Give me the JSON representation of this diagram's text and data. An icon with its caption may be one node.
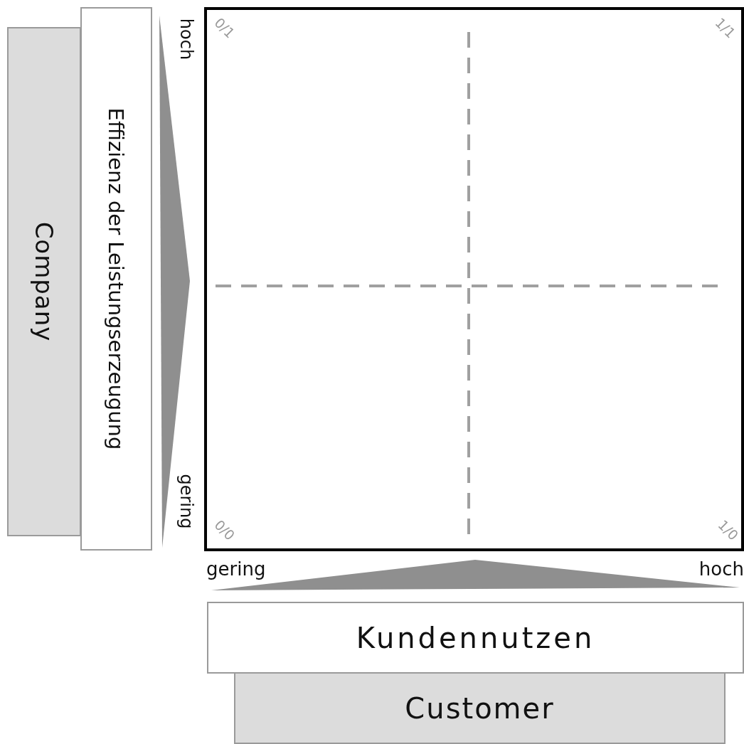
{
  "diagram": {
    "nodes": [
      {
        "text": [
          "Company"
        ]
      },
      {
        "text": [
          "Effizienz der Leistungserzeugung"
        ]
      },
      {
        "text": [],
        "shape": "box"
      },
      {
        "text": [
          "Kundennutzen"
        ]
      },
      {
        "text": [
          "Customer"
        ]
      }
    ],
    "labels": [
      "hoch",
      "gering",
      "0/1",
      "1/1",
      "0/0",
      "1/0",
      "gering",
      "hoch"
    ]
  }
}
